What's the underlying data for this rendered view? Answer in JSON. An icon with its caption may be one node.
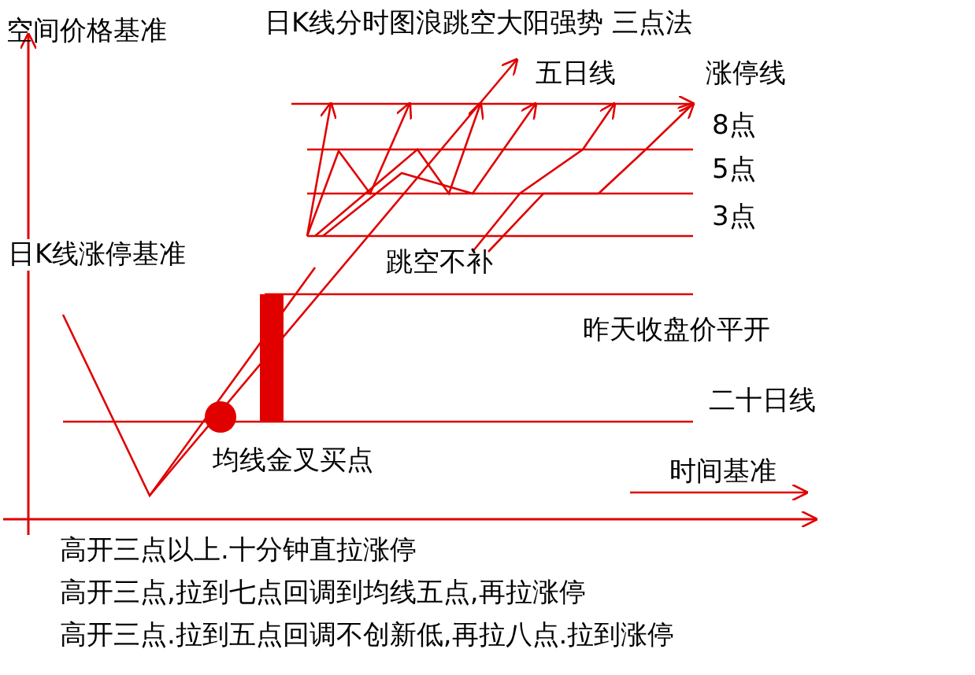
{
  "diagram": {
    "title": "日K线分时图浪跳空大阳强势 三点法",
    "labels": [
      "空间价格基准",
      "五日线",
      "涨停线",
      "8点",
      "5点",
      "3点",
      "日K线涨停基准",
      "跳空不补",
      "昨天收盘价平开",
      "二十日线",
      "均线金叉买点",
      "时间基准",
      "高开三点以上.十分钟直拉涨停",
      "高开三点,拉到七点回调到均线五点,再拉涨停",
      "高开三点.拉到五点回调不创新低,再拉八点.拉到涨停"
    ]
  }
}
